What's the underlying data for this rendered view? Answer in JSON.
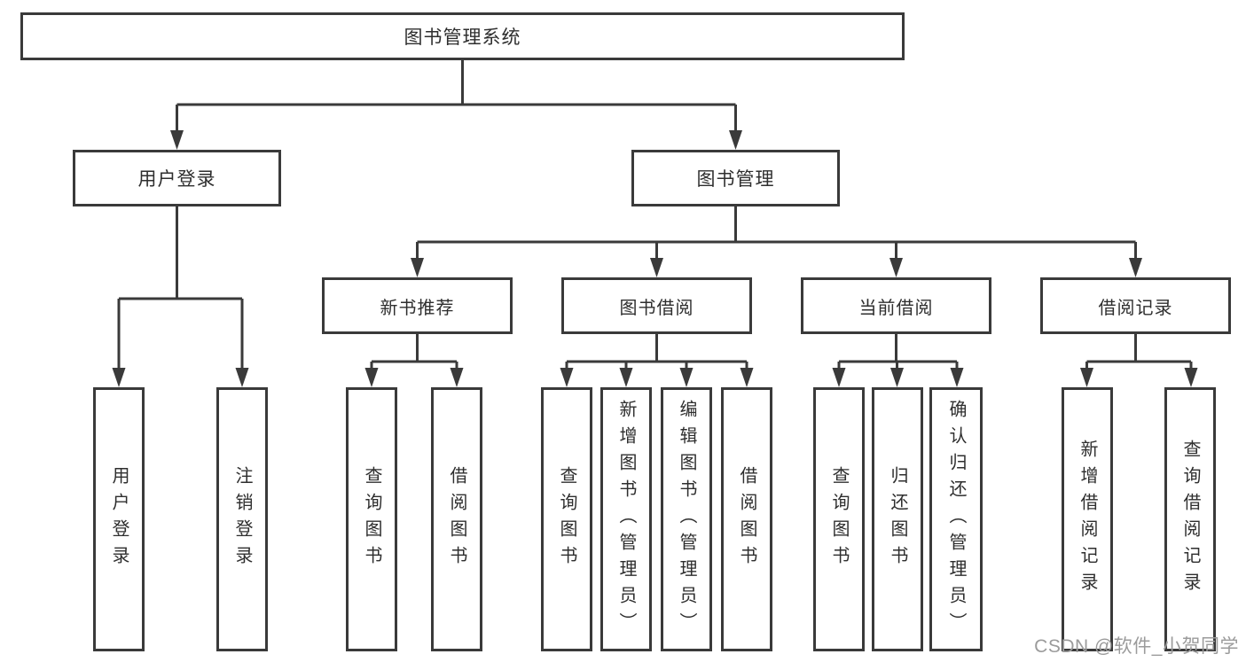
{
  "tree": {
    "root": {
      "label": "图书管理系统"
    },
    "branches": [
      {
        "label": "用户登录",
        "children": [
          {
            "label": "用户登录"
          },
          {
            "label": "注销登录"
          }
        ]
      },
      {
        "label": "图书管理",
        "children": [
          {
            "label": "新书推荐",
            "children": [
              {
                "label": "查询图书"
              },
              {
                "label": "借阅图书"
              }
            ]
          },
          {
            "label": "图书借阅",
            "children": [
              {
                "label": "查询图书"
              },
              {
                "label": "新增图书（管理员）"
              },
              {
                "label": "编辑图书（管理员）"
              },
              {
                "label": "借阅图书"
              }
            ]
          },
          {
            "label": "当前借阅",
            "children": [
              {
                "label": "查询图书"
              },
              {
                "label": "归还图书"
              },
              {
                "label": "确认归还（管理员）"
              }
            ]
          },
          {
            "label": "借阅记录",
            "children": [
              {
                "label": "新增借阅记录"
              },
              {
                "label": "查询借阅记录"
              }
            ]
          }
        ]
      }
    ]
  },
  "watermark": "CSDN @软件_小贺同学",
  "colors": {
    "line": "#3a3a3a",
    "text": "#2e2e2e",
    "watermark": "#9b9b9b",
    "background": "#ffffff"
  }
}
